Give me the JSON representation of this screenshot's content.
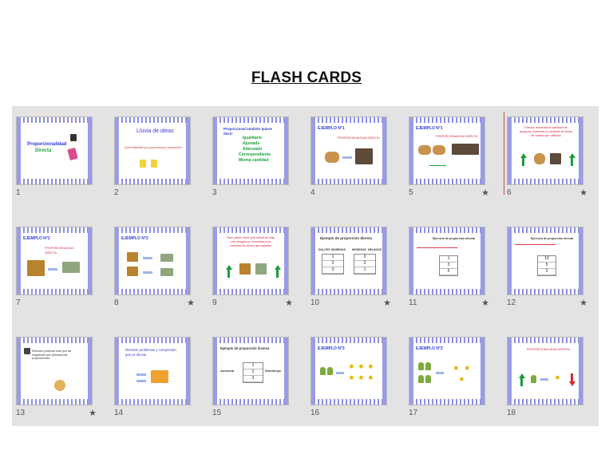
{
  "page_title": "FLASH CARDS",
  "slides": [
    {
      "number": "1",
      "star": "",
      "lines": [
        "Proporcionalidad",
        "Directa"
      ]
    },
    {
      "number": "2",
      "star": "",
      "lines": [
        "Lluvia de ideas",
        "¿Qué entiendes por proporcional o proporción?"
      ]
    },
    {
      "number": "3",
      "star": "",
      "lines": [
        "Proporcional también quiere decir:",
        "Igualitario",
        "Ajustado",
        "Adecuado",
        "Correspondiente",
        "Misma cantidad"
      ]
    },
    {
      "number": "4",
      "star": "",
      "lines": [
        "EJEMPLO N°1",
        "PROPORCIONALIDAD DIRECTA"
      ]
    },
    {
      "number": "5",
      "star": "★",
      "lines": [
        "EJEMPLO N°1",
        "PROPORCIONALIDAD DIRECTA"
      ]
    },
    {
      "number": "6",
      "star": "★",
      "lines": [
        "Directa: aumenta la cantidad de queques, aumenta la cantidad de tazas de harina que utilizará"
      ]
    },
    {
      "number": "7",
      "star": "",
      "lines": [
        "EJEMPLO N°2",
        "PROPORCIONALIDAD DIRECTA"
      ]
    },
    {
      "number": "8",
      "star": "★",
      "lines": [
        "EJEMPLO N°2"
      ]
    },
    {
      "number": "9",
      "star": "★",
      "lines": [
        "Esto quiere decir que mientras más pan tengamos, aumentaría la cantidad de dinero que gastaré"
      ]
    },
    {
      "number": "10",
      "star": "★",
      "lines": [
        "Ejemplo de proporción directa",
        "DULCES",
        "MONEDAS",
        "MONEDAS",
        "HELADOS"
      ]
    },
    {
      "number": "11",
      "star": "★",
      "lines": [
        "Ejercicio de proporción directa"
      ]
    },
    {
      "number": "12",
      "star": "★",
      "lines": [
        "Ejercicio de proporción directa"
      ]
    },
    {
      "number": "13",
      "star": "★",
      "lines": [
        "Entonces podemos decir que las magnitudes son directamente proporcionales"
      ]
    },
    {
      "number": "14",
      "star": "",
      "lines": [
        "Resolver problemas y comprender que es directa"
      ]
    },
    {
      "number": "15",
      "star": "",
      "lines": [
        "Ejemplo de proporción inversa",
        "Aumenta",
        "Disminuye"
      ]
    },
    {
      "number": "16",
      "star": "",
      "lines": [
        "EJEMPLO N°3"
      ]
    },
    {
      "number": "17",
      "star": "",
      "lines": [
        "EJEMPLO N°3"
      ]
    },
    {
      "number": "18",
      "star": "",
      "lines": [
        "PROPORCIONALIDAD INVERSA"
      ]
    }
  ],
  "table_values": {
    "t10a": [
      "1",
      "2",
      "3"
    ],
    "t10b": [
      "3",
      "2",
      "1"
    ],
    "t11": [
      "1",
      "3",
      "5"
    ],
    "t12": [
      "10",
      "5",
      "3"
    ],
    "t15": [
      "1",
      "2",
      "3"
    ]
  },
  "selected_slide": "6",
  "colors": {
    "accent": "#8c8ee2",
    "green": "#19a33a",
    "red": "#d6283d",
    "blue": "#2b3bd6",
    "sorter_bg": "#e3e3e3"
  }
}
